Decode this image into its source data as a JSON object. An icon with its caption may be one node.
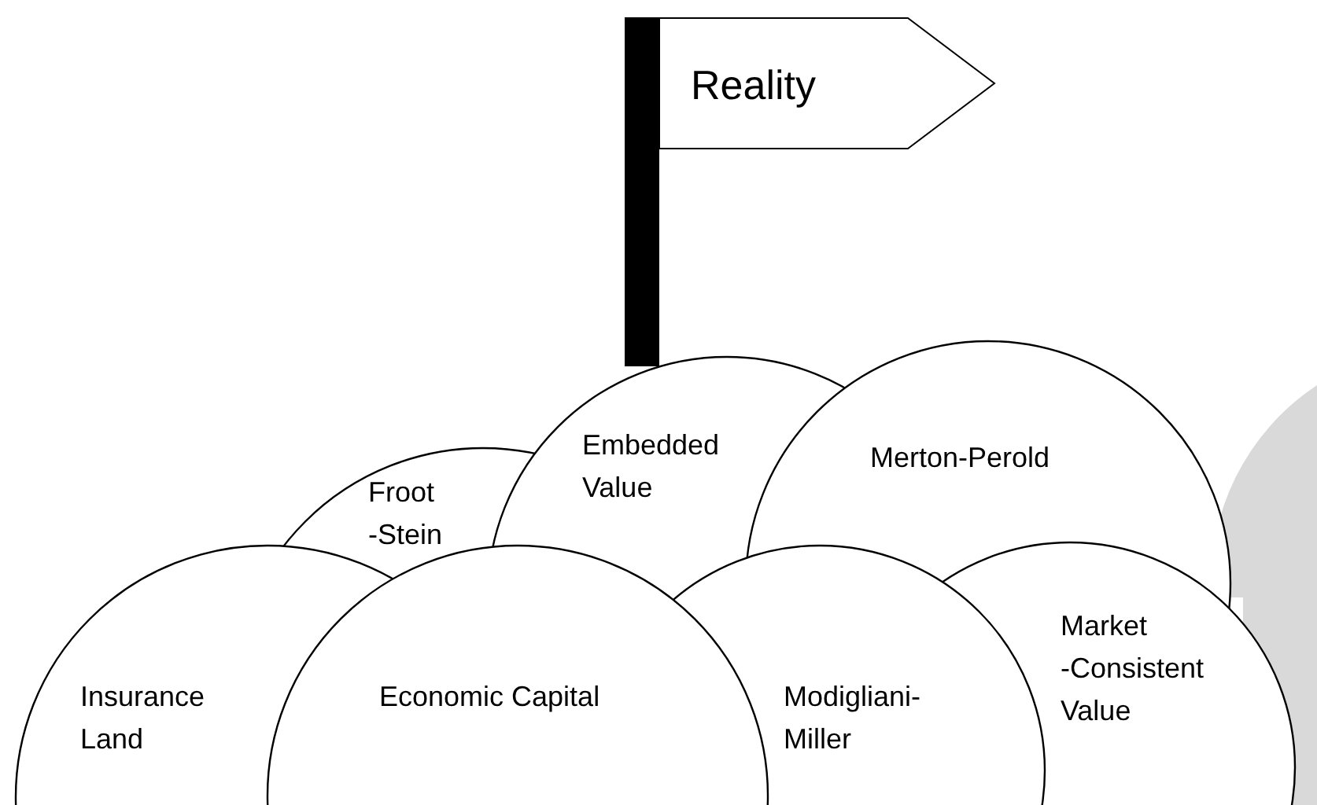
{
  "diagram": {
    "nodes": [
      {
        "text": [
          "Reality"
        ]
      },
      {
        "text": [
          "Froot -Stein"
        ]
      },
      {
        "text": [
          "Embedded Value"
        ]
      },
      {
        "text": [
          "Merton-Perold"
        ]
      },
      {
        "text": [
          "Insurance Land"
        ]
      },
      {
        "text": [
          "Economic Capital"
        ]
      },
      {
        "text": [
          "Modigliani- Miller"
        ]
      },
      {
        "text": [
          "Market -Consistent Value"
        ]
      }
    ],
    "edges": []
  }
}
